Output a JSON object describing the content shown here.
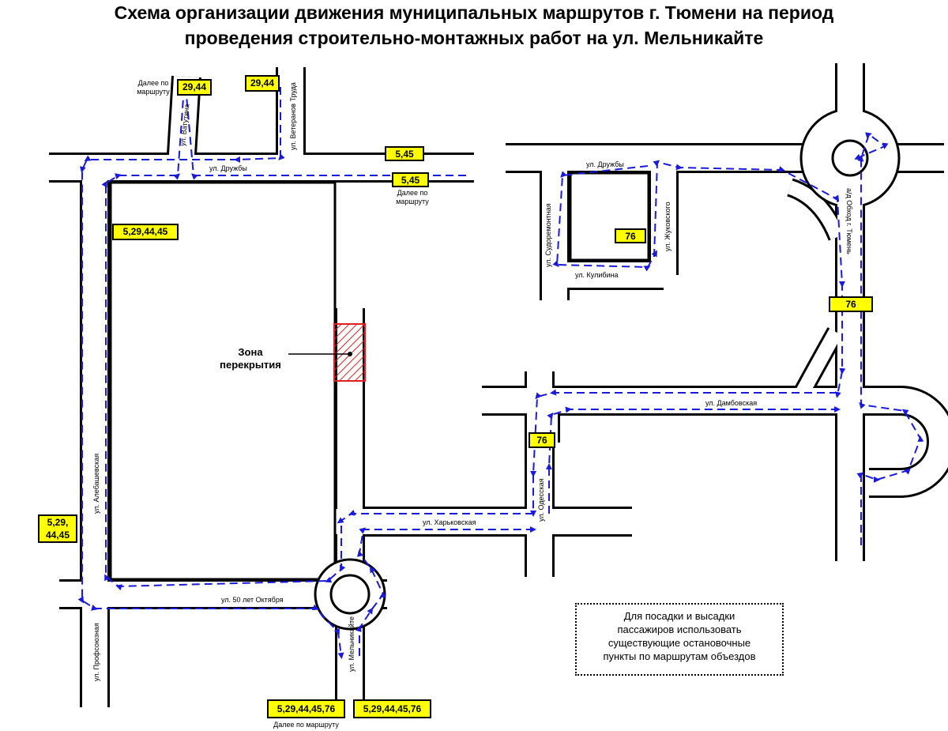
{
  "title": {
    "line1": "Схема организации движения муниципальных маршрутов г. Тюмени на период",
    "line2": "проведения строительно-монтажных работ на ул. Мельникайте"
  },
  "route_labels": {
    "a": "29,44",
    "b": "29,44",
    "c": "5,45",
    "d": "5,45",
    "e": "5,29,44,45",
    "f1": "5,29,",
    "f2": "44,45",
    "g": "76",
    "h": "76",
    "i": "76",
    "j": "5,29,44,45,76",
    "k": "5,29,44,45,76"
  },
  "notes": {
    "further_a": "Далее по маршруту",
    "further_c": "Далее по маршруту",
    "further_j": "Далее по маршруту"
  },
  "streets": {
    "vatutina": "ул. Ватутина",
    "veteranov": "ул. Ветеранов Труда",
    "druzhby_w": "ул. Дружбы",
    "alebashevskaya": "ул. Алебашевская",
    "profsoyuznaya": "ул. Профсоюзная",
    "let50": "ул. 50 лет Октября",
    "melnikaite": "ул. Мельникайте",
    "kharkovskaya": "ул. Харьковская",
    "odesskaya": "ул. Одесская",
    "dambovskaya": "ул. Дамбовская",
    "druzhby_e": "ул. Дружбы",
    "sudoremontnaya": "ул. Судоремонтная",
    "zhukovskogo": "ул. Жуковского",
    "kulibina": "ул. Кулибина",
    "obkhod": "а/д Обход г. Тюмень"
  },
  "zone": {
    "line1": "Зона",
    "line2": "перекрытия"
  },
  "notice": {
    "line1": "Для посадки и высадки",
    "line2": "пассажиров использовать",
    "line3": "существующие остановочные",
    "line4": "пункты по маршрутам объездов"
  },
  "colors": {
    "route": "#1a1adc",
    "label_bg": "#ffff00",
    "closure": "#e02020"
  }
}
